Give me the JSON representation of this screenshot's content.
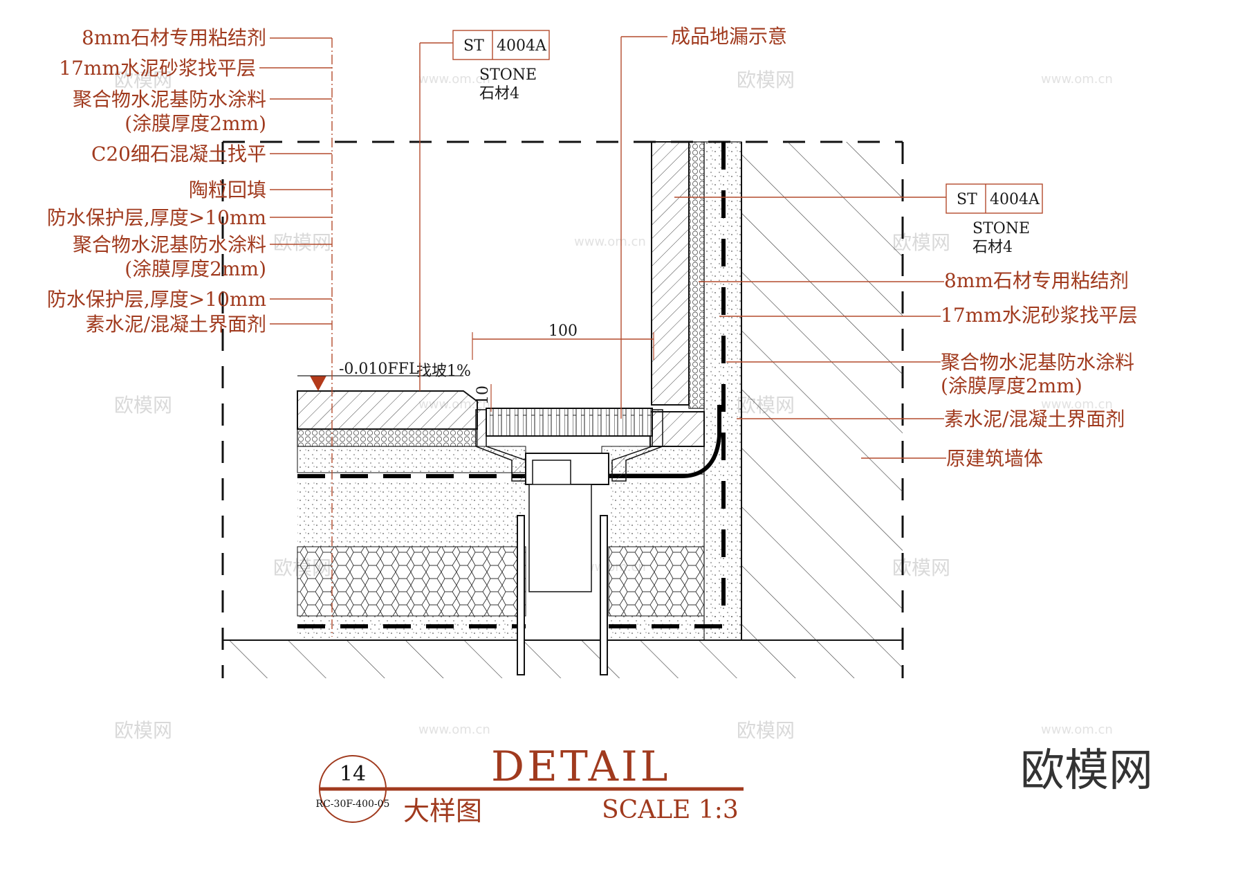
{
  "left_labels": [
    "8mm石材专用粘结剂",
    "17mm水泥砂浆找平层",
    "聚合物水泥基防水涂料",
    "(涂膜厚度2mm)",
    "C20细石混凝土找平",
    "陶粒回填",
    "防水保护层,厚度>10mm",
    "聚合物水泥基防水涂料",
    "(涂膜厚度2mm)",
    "防水保护层,厚度>10mm",
    "素水泥/混凝土界面剂"
  ],
  "right_labels": [
    "8mm石材专用粘结剂",
    "17mm水泥砂浆找平层",
    "聚合物水泥基防水涂料",
    "(涂膜厚度2mm)",
    "素水泥/混凝土界面剂",
    "原建筑墙体"
  ],
  "top_drain_label": "成品地漏示意",
  "stone_tag_top": {
    "code": "ST",
    "number": "4004A",
    "name_en": "STONE",
    "name_cn": "石材4"
  },
  "stone_tag_right": {
    "code": "ST",
    "number": "4004A",
    "name_en": "STONE",
    "name_cn": "石材4"
  },
  "dimension_100": "100",
  "dimension_10": "10",
  "level_mark": "-0.010FFL",
  "slope_note": "找坡1%",
  "title_block": {
    "number": "14",
    "sheet_ref": "RC-30F-400-05",
    "title_en": "DETAIL",
    "title_cn": "大样图",
    "scale": "SCALE 1:3"
  },
  "watermark": {
    "brand": "欧模网",
    "url": "www.om.cn"
  },
  "colors": {
    "annotation": "#a03a1e",
    "linework": "#1a1a1a",
    "watermark": "#d9d9d9"
  }
}
